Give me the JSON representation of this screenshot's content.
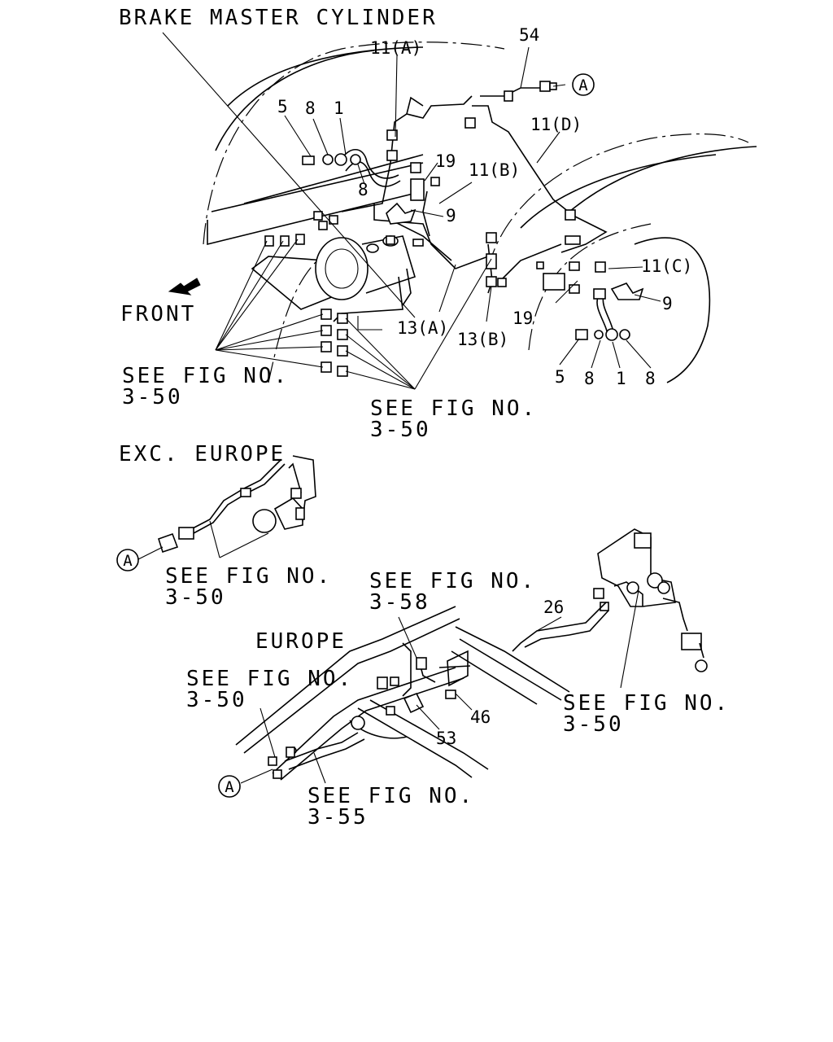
{
  "title": "BRAKE MASTER CYLINDER",
  "front_label": "FRONT",
  "callout_letter": "A",
  "sections": {
    "exc_europe": "EXC. EUROPE",
    "europe": "EUROPE"
  },
  "see_fig": {
    "prefix": "SEE FIG NO.",
    "fig_3_50": "3-50",
    "fig_3_58": "3-58",
    "fig_3_55": "3-55"
  },
  "part_numbers": {
    "p54": "54",
    "p11a": "11(A)",
    "p11b": "11(B)",
    "p11c": "11(C)",
    "p11d": "11(D)",
    "p5": "5",
    "p8": "8",
    "p1": "1",
    "p19": "19",
    "p9": "9",
    "p13a": "13(A)",
    "p13b": "13(B)",
    "p26": "26",
    "p46": "46",
    "p53": "53"
  }
}
